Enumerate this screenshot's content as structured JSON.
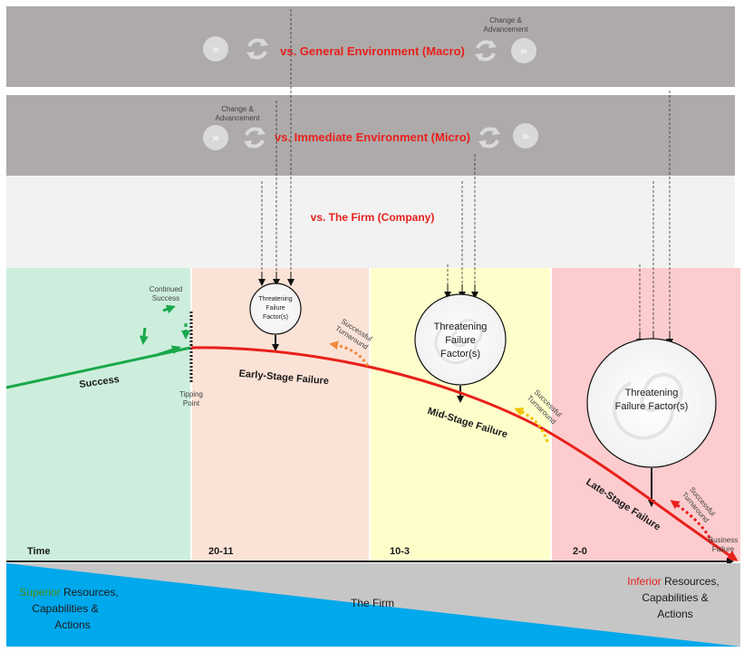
{
  "environment": {
    "macro_label": "vs. General Environment (Macro)",
    "micro_label": "vs. Immediate Environment (Micro)",
    "firm_label": "vs. The Firm (Company)",
    "change_label_line1": "Change &",
    "change_label_line2": "Advancement"
  },
  "stages": [
    {
      "id": "success",
      "count_label": "Time",
      "curve_label": "Success",
      "color": "#cdeedd"
    },
    {
      "id": "early",
      "count_label": "20-11",
      "curve_label": "Early-Stage Failure",
      "color": "#fbe2d6"
    },
    {
      "id": "mid",
      "count_label": "10-3",
      "curve_label": "Mid-Stage Failure",
      "color": "#fefecb"
    },
    {
      "id": "late",
      "count_label": "2-0",
      "curve_label": "Late-Stage Failure",
      "color": "#fcccce"
    }
  ],
  "labels": {
    "continued_line1": "Continued",
    "continued_line2": "Success",
    "tipping_line1": "Tipping",
    "tipping_line2": "Point",
    "turnaround_line1": "Successful",
    "turnaround_line2": "Turnaround",
    "business_line1": "Business",
    "business_line2": "Failure"
  },
  "threat": {
    "line1": "Threatening",
    "line2": "Failure",
    "line3": "Factor(s)",
    "late_line2": "Failure Factor(s)"
  },
  "firm_bar": {
    "center_label": "The Firm",
    "left_prefix": "Superior",
    "left_rest": " Resources,",
    "left_line2": "Capabilities &",
    "left_line3": "Actions",
    "right_prefix": "Inferior",
    "right_rest": " Resources,",
    "right_line2": "Capabilities &",
    "right_line3": "Actions",
    "colors": {
      "superior": "#4f8a10",
      "inferior": "#e8201b",
      "blue": "#00a8ec",
      "gray": "#c6c6c6"
    }
  }
}
